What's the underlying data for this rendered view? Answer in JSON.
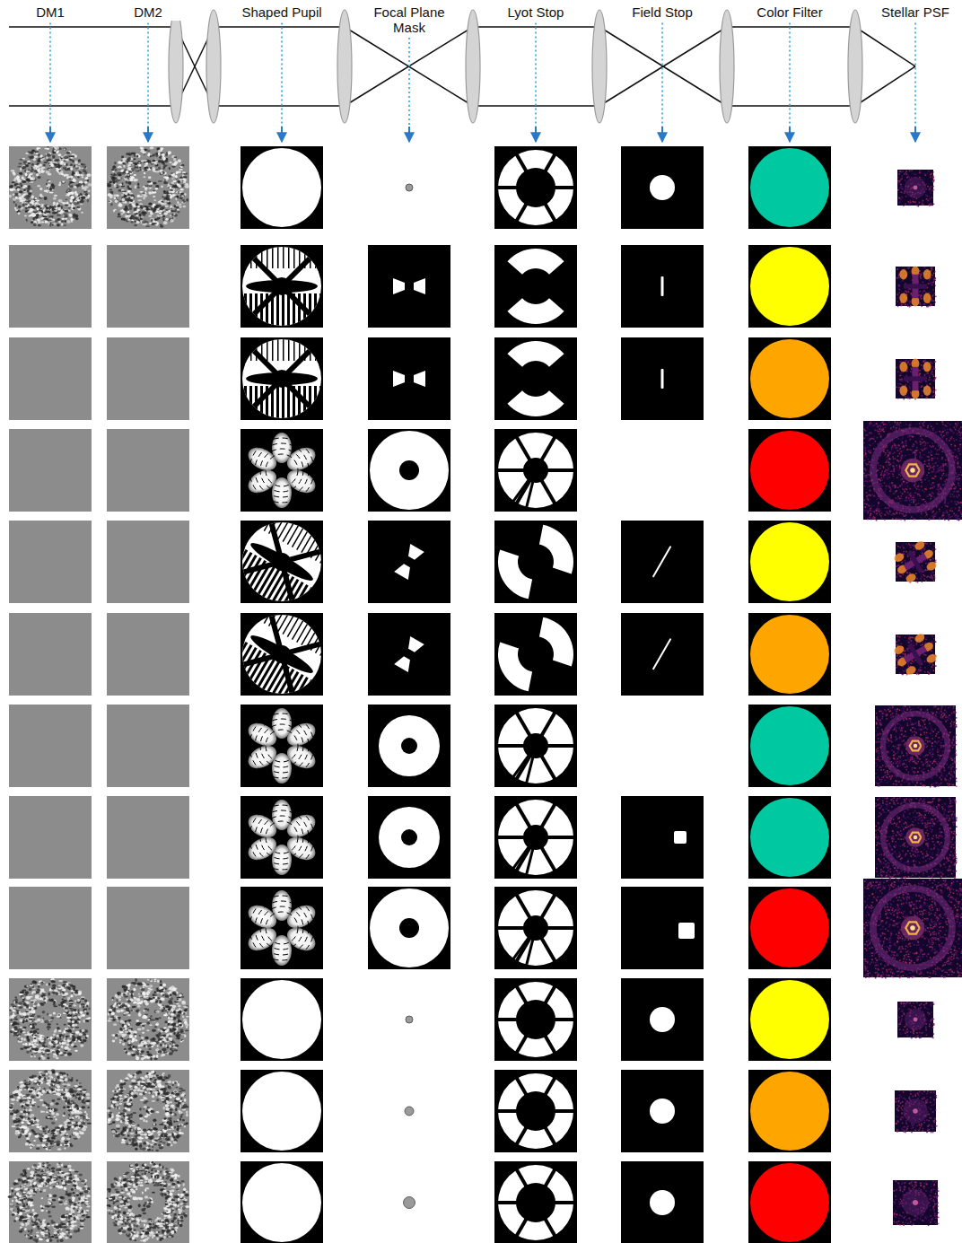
{
  "diagram": {
    "labels": [
      "DM1",
      "DM2",
      "Shaped Pupil",
      "Focal Plane Mask",
      "Lyot Stop",
      "Field Stop",
      "Color Filter",
      "Stellar PSF"
    ]
  }
}
